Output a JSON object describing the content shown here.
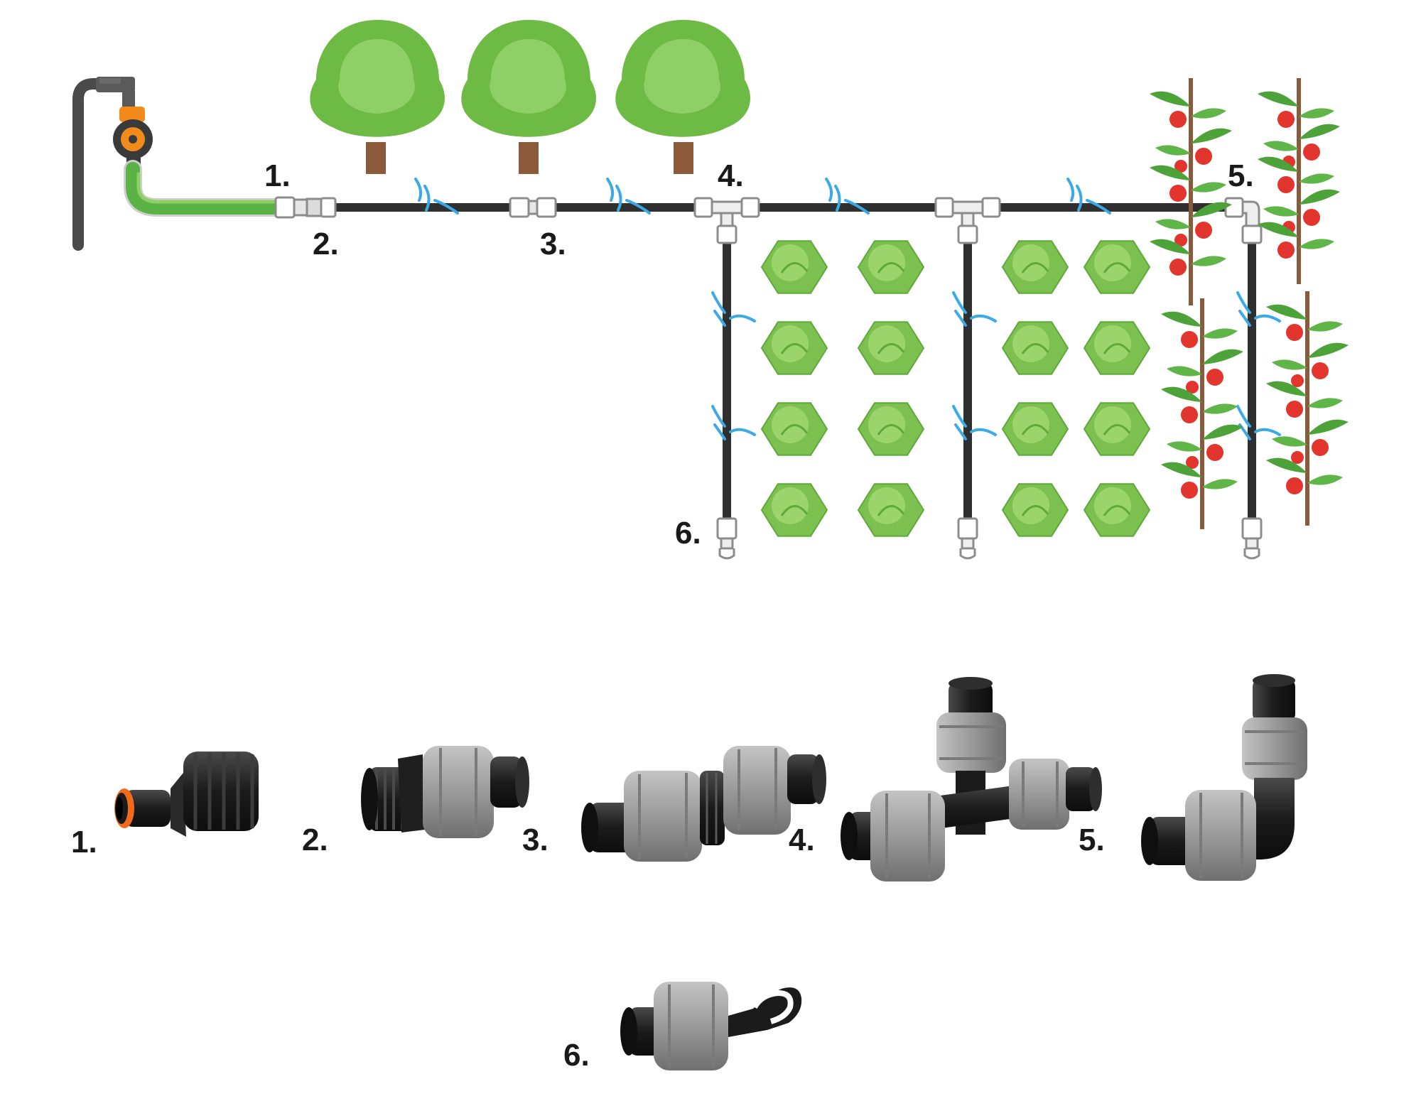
{
  "diagram_labels": {
    "tap_adapter": "1.",
    "threaded_connector": "2.",
    "straight_coupler": "3.",
    "tee_connector": "4.",
    "elbow_connector": "5.",
    "end_plug": "6."
  },
  "product_labels": {
    "tap_adapter": "1.",
    "threaded_connector": "2.",
    "straight_coupler": "3.",
    "tee_connector": "4.",
    "elbow_connector": "5.",
    "end_plug": "6."
  },
  "colors": {
    "tree_dark": "#6dbb45",
    "tree_light": "#8fd066",
    "trunk": "#8a5a3b",
    "hose_green": "#5bb345",
    "pipe": "#2f2f2f",
    "water": "#3aa9e6",
    "lettuce": "#7cc150",
    "lettuce_light": "#9ad46b",
    "tomato": "#e2352d",
    "leaf": "#4ea23a",
    "stake": "#8a5a3b",
    "fitting_grey": "#9b9b9b",
    "fitting_black": "#1b1b1b",
    "timer_orange": "#f28a1c"
  }
}
